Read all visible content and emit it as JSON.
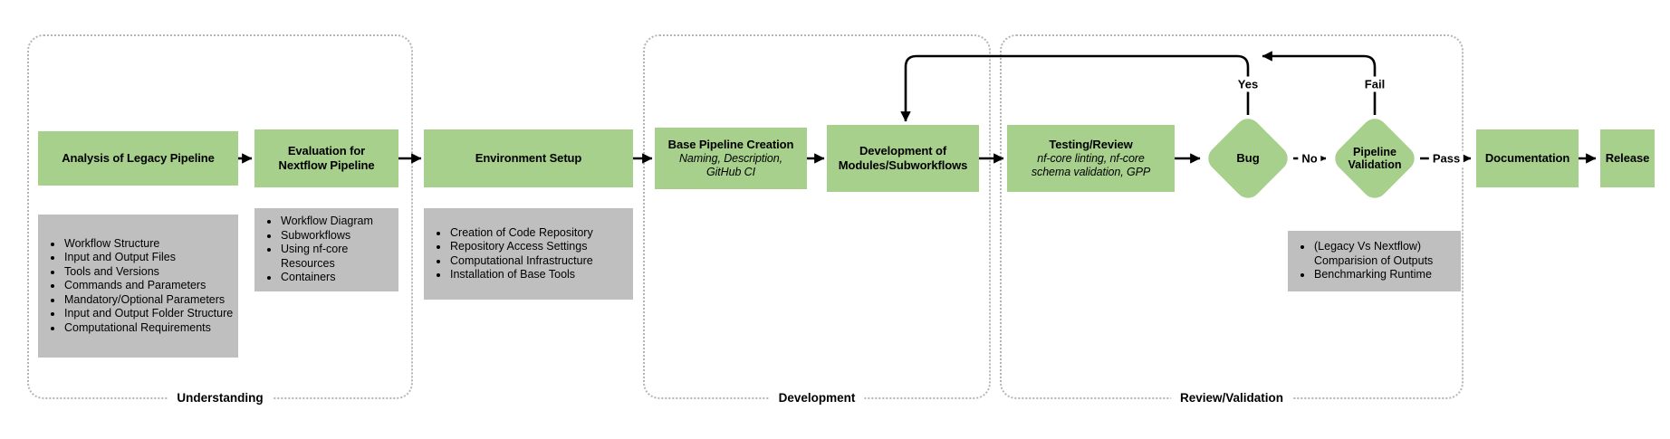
{
  "diagram": {
    "groups": {
      "understanding": "Understanding",
      "development": "Development",
      "review_validation": "Review/Validation"
    },
    "nodes": {
      "analysis": {
        "title": "Analysis of Legacy Pipeline"
      },
      "evaluation": {
        "title": "Evaluation for\nNextflow Pipeline"
      },
      "env_setup": {
        "title": "Environment Setup"
      },
      "base_pipeline": {
        "title": "Base Pipeline Creation",
        "subtitle": "Naming, Description,\nGitHub CI"
      },
      "dev_modules": {
        "title": "Development of\nModules/Subworkflows"
      },
      "testing_review": {
        "title": "Testing/Review",
        "subtitle": "nf-core linting, nf-core\nschema validation, GPP"
      },
      "bug": {
        "title": "Bug"
      },
      "pipeline_validation": {
        "title": "Pipeline\nValidation"
      },
      "documentation": {
        "title": "Documentation"
      },
      "release": {
        "title": "Release"
      }
    },
    "edge_labels": {
      "yes": "Yes",
      "fail": "Fail",
      "no": "No",
      "pass": "Pass"
    },
    "notes": {
      "analysis": [
        "Workflow Structure",
        "Input and Output Files",
        "Tools and Versions",
        "Commands and Parameters",
        "Mandatory/Optional Parameters",
        "Input and Output Folder Structure",
        "Computational Requirements"
      ],
      "evaluation": [
        "Workflow Diagram",
        "Subworkflows",
        "Using nf-core Resources",
        "Containers"
      ],
      "env_setup": [
        "Creation of Code Repository",
        "Repository Access Settings",
        "Computational Infrastructure",
        "Installation of Base Tools"
      ],
      "pipeline_validation": [
        "(Legacy Vs Nextflow)\nComparision of Outputs",
        "Benchmarking Runtime"
      ]
    },
    "colors": {
      "node_fill": "#a8d08d",
      "note_fill": "#bfbfbf",
      "group_border": "#b5b5b5",
      "line": "#000000"
    }
  }
}
